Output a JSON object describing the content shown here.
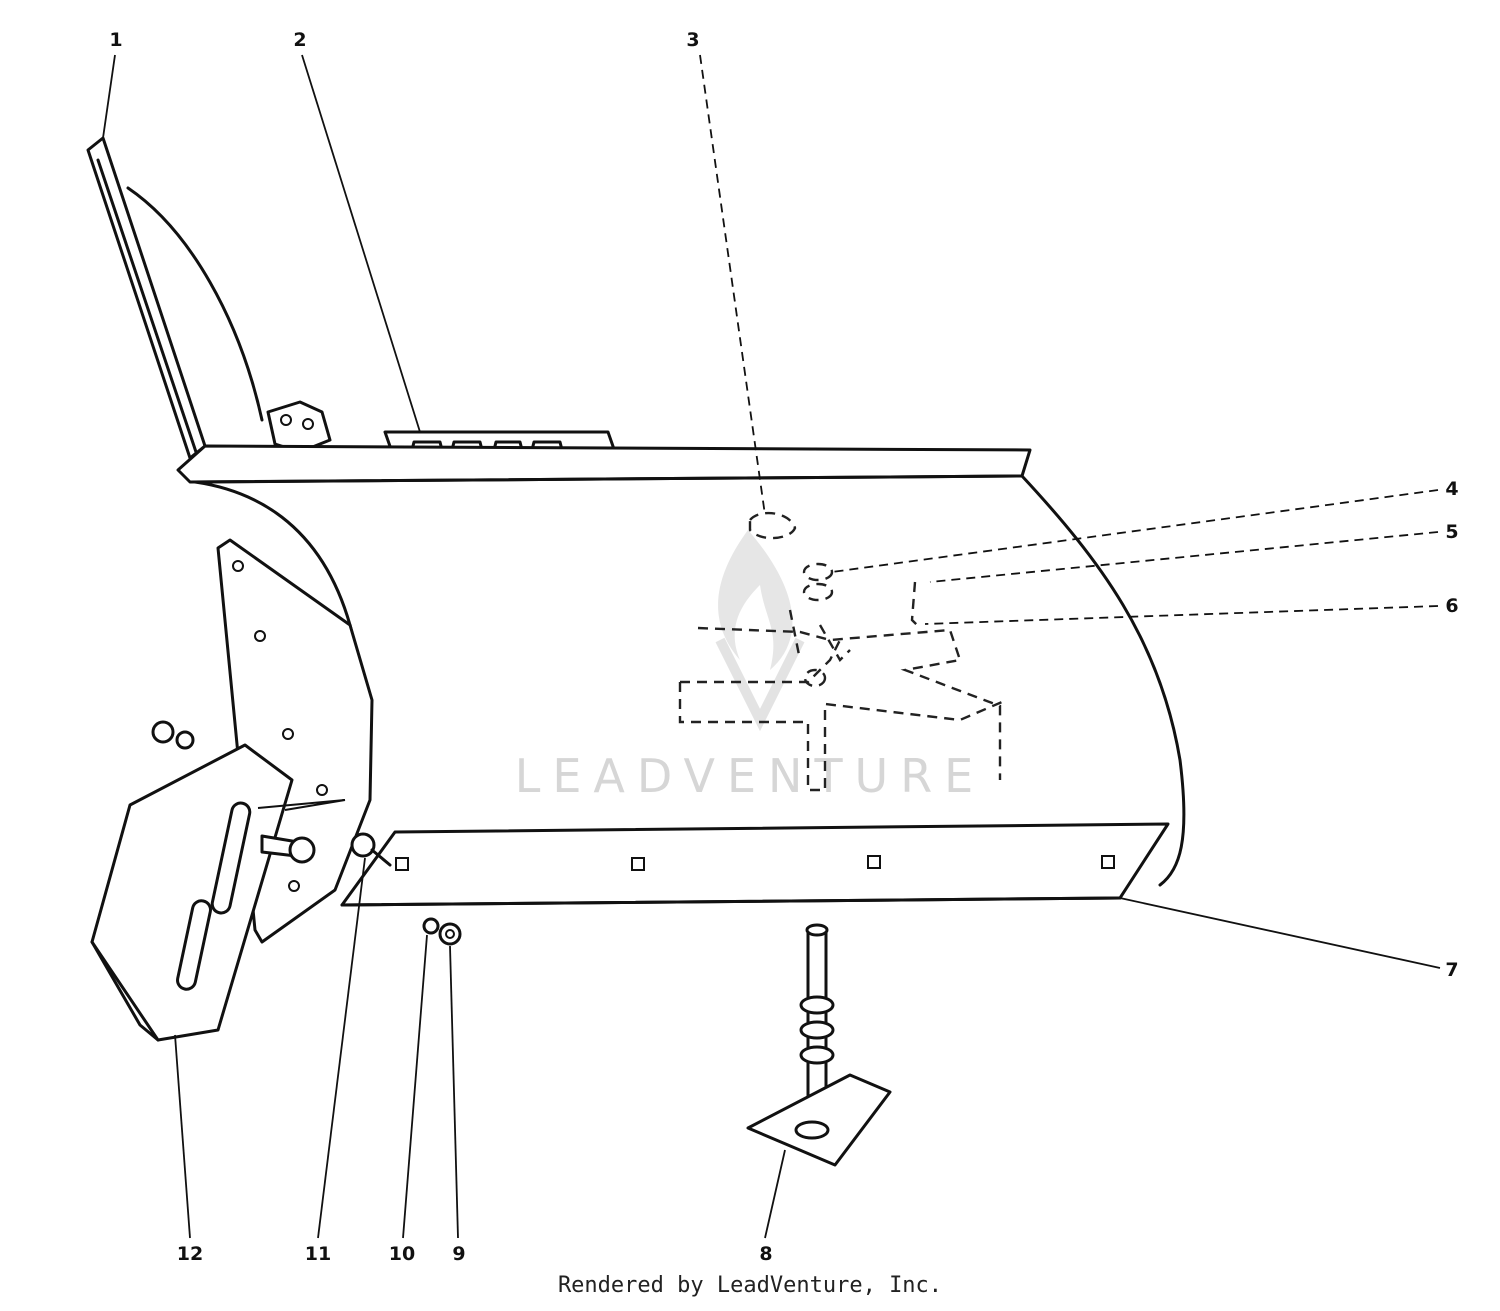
{
  "callouts": [
    "1",
    "2",
    "3",
    "4",
    "5",
    "6",
    "7",
    "8",
    "9",
    "10",
    "11",
    "12"
  ],
  "watermark": "LEADVENTURE",
  "credit": "Rendered by LeadVenture, Inc."
}
